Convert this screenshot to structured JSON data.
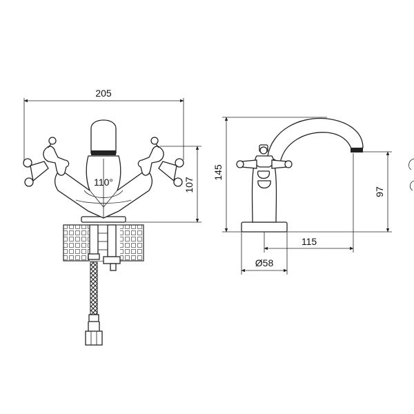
{
  "front_view": {
    "width_label": "205",
    "height_label": "107",
    "angle_label": "110°"
  },
  "side_view": {
    "height_label": "145",
    "spout_height_label": "97",
    "reach_label": "115",
    "base_diameter_label": "Ø58"
  }
}
